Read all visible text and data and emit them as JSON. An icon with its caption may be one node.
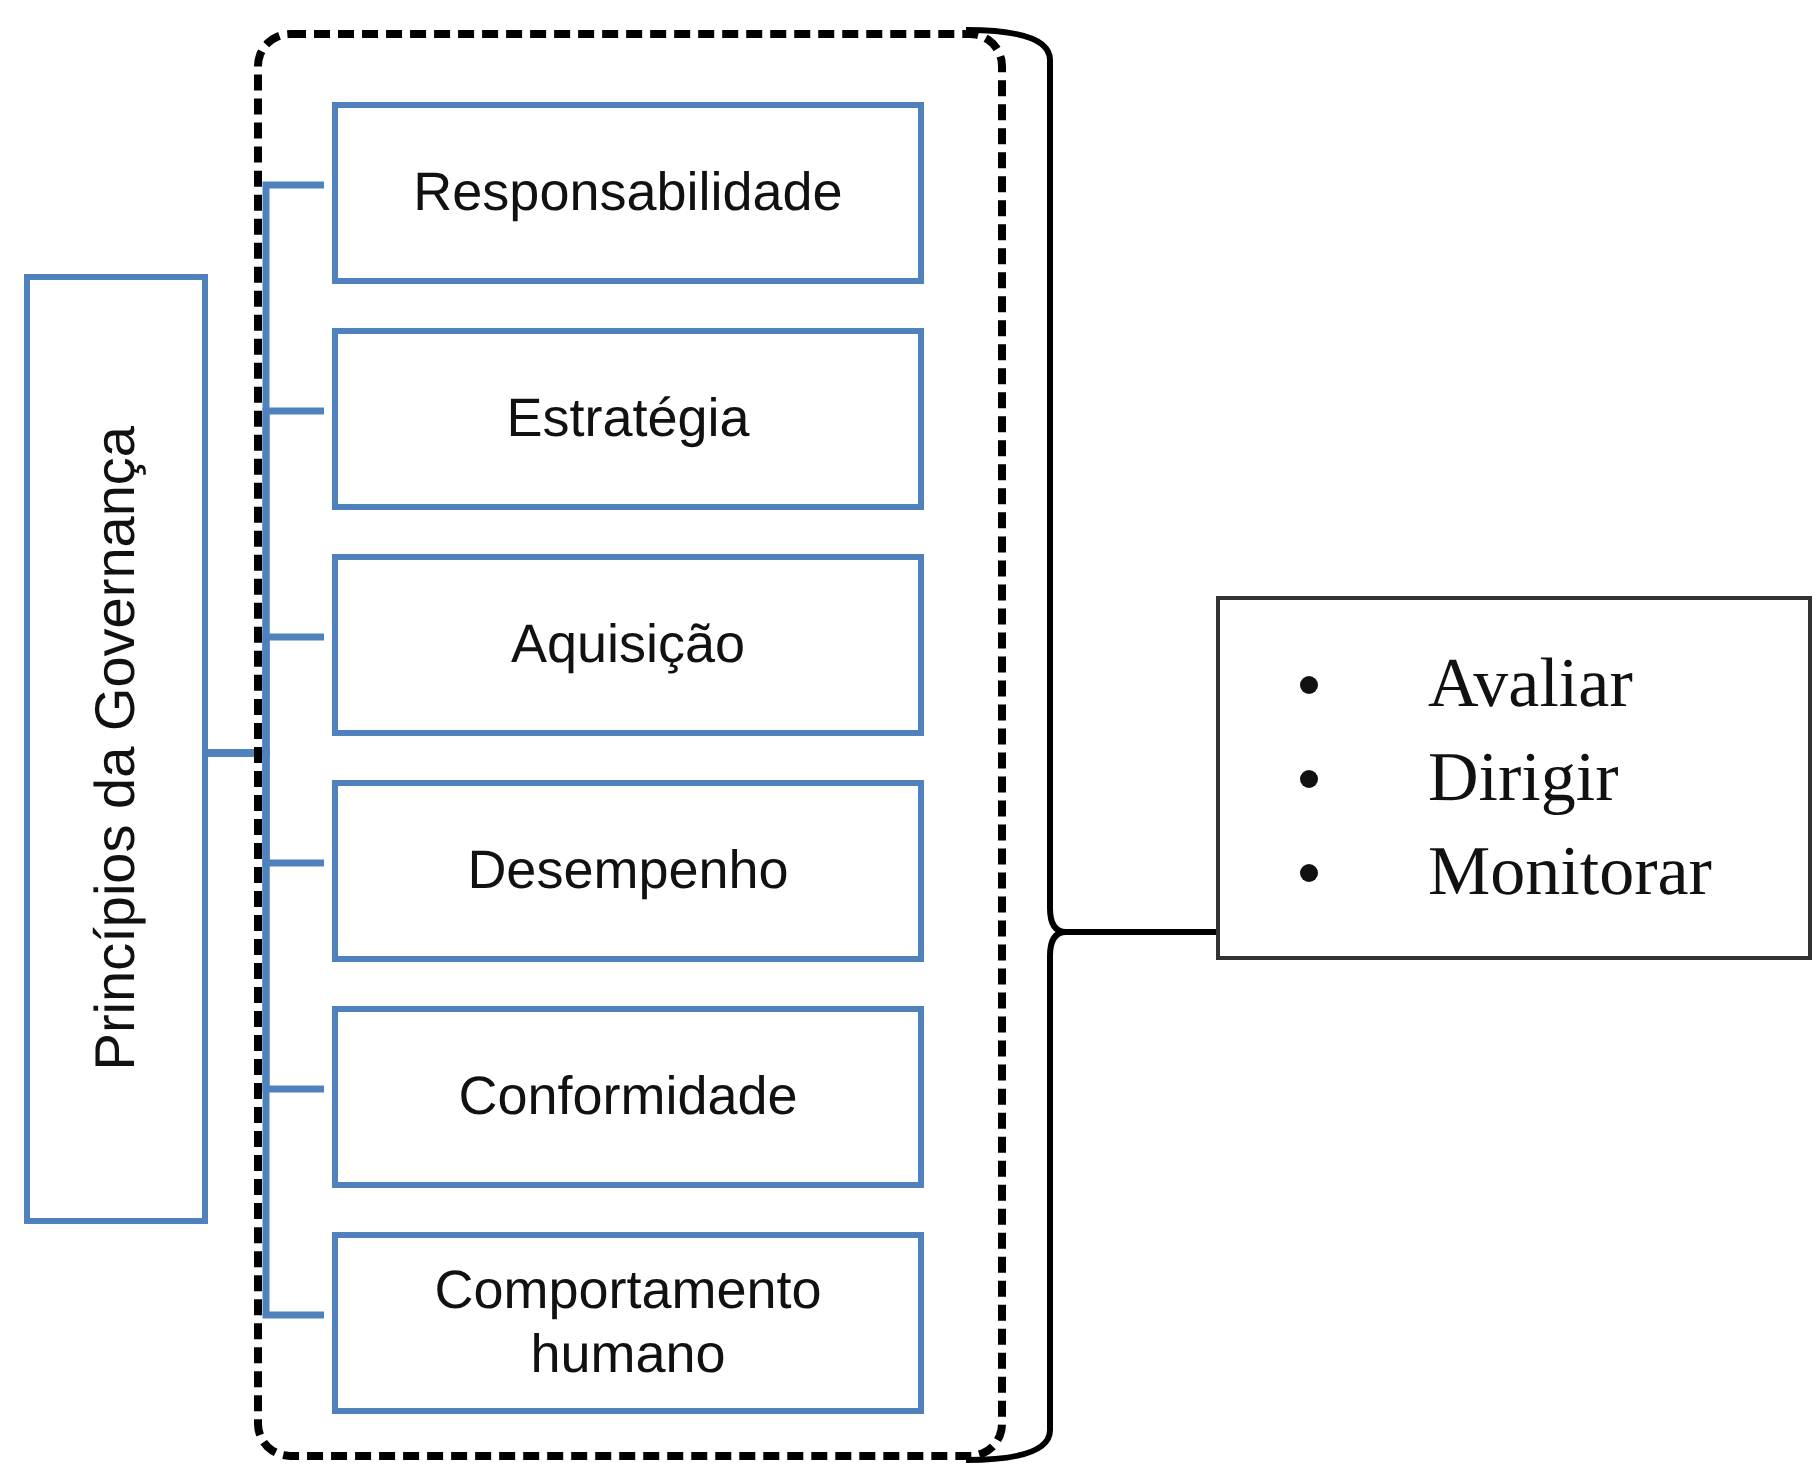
{
  "diagram": {
    "nodes": [
      {
        "text": [
          "Princípios  da Governança"
        ]
      },
      {
        "text": [],
        "shape": "box"
      },
      {
        "text": [
          "Responsabilidade"
        ],
        "in": 1
      },
      {
        "text": [
          "Estratégia"
        ],
        "in": 1
      },
      {
        "text": [
          "Aquisição"
        ],
        "in": 1
      },
      {
        "text": [
          "Desempenho"
        ],
        "in": 1
      },
      {
        "text": [
          "Conformidade"
        ],
        "in": 1
      },
      {
        "text": [
          "Comportamento humano"
        ],
        "in": 1
      },
      {
        "text": [
          "Avaliar",
          "Dirigir",
          "Monitorar"
        ]
      }
    ],
    "edges": [
      {
        "from": 0,
        "to": 2,
        "arrow": "none"
      },
      {
        "from": 0,
        "to": 3,
        "arrow": "none"
      },
      {
        "from": 0,
        "to": 4,
        "arrow": "none"
      },
      {
        "from": 0,
        "to": 5,
        "arrow": "none"
      },
      {
        "from": 0,
        "to": 6,
        "arrow": "none"
      },
      {
        "from": 0,
        "to": 7,
        "arrow": "none"
      },
      {
        "from": 1,
        "to": 8,
        "arrow": "none",
        "color": "#000000"
      }
    ]
  }
}
